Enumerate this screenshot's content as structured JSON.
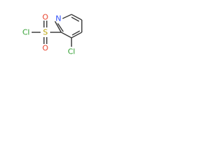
{
  "molecule": {
    "atoms": {
      "n_ring": "N",
      "s_sulfonyl": "S",
      "o_top": "O",
      "o_bottom": "O",
      "cl_sulfonyl": "Cl",
      "cl_ring": "Cl"
    }
  },
  "colors": {
    "bond": "#3c3c3c",
    "nitrogen": "#3050f8",
    "oxygen": "#e8412b",
    "sulfur": "#b8a100",
    "chlorine": "#2e9e2e"
  }
}
